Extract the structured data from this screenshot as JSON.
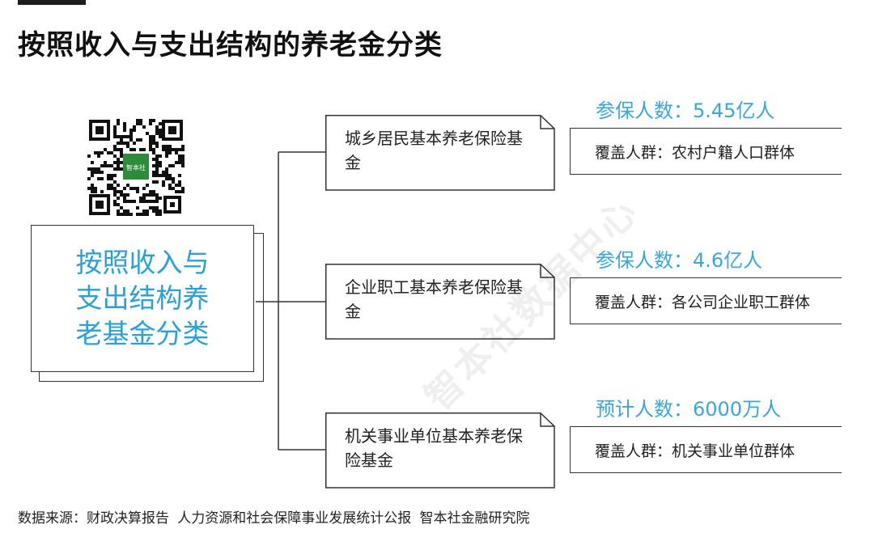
{
  "title": "按照收入与支出结构的养老金分类",
  "qr_code": {
    "center_label": "智本社"
  },
  "main_node": {
    "label": "按照收入与支出结构养老基金分类"
  },
  "funds": [
    {
      "label": "城乡居民基本养老保险基金",
      "count_text": "参保人数：5.45亿人",
      "coverage_text": "覆盖人群：农村户籍人口群体"
    },
    {
      "label": "企业职工基本养老保险基金",
      "count_text": "参保人数：4.6亿人",
      "coverage_text": "覆盖人群：各公司企业职工群体"
    },
    {
      "label": "机关事业单位基本养老保险基金",
      "count_text": "预计人数：6000万人",
      "coverage_text": "覆盖人群：机关事业单位群体"
    }
  ],
  "watermark": "智本社数据中心",
  "source": "数据来源：财政决算报告 人力资源和社会保障事业发展统计公报 智本社金融研究院",
  "colors": {
    "accent": "#3aa6db",
    "main_text": "#2a9fd8",
    "line": "#333333",
    "qr_green": "#2e8b3a"
  }
}
